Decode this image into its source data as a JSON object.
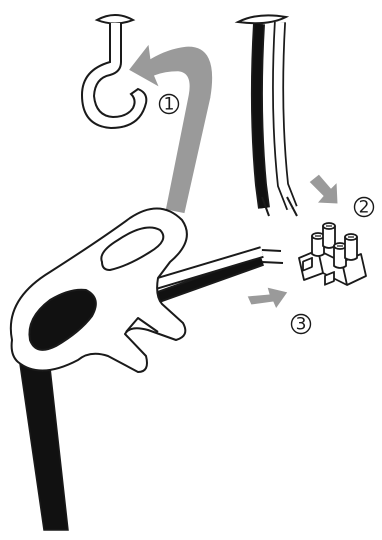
{
  "steps": [
    {
      "number": "1",
      "glyph": "①",
      "action": "hang-on-hook"
    },
    {
      "number": "2",
      "glyph": "②",
      "action": "ceiling-wires-into-terminal"
    },
    {
      "number": "3",
      "glyph": "③",
      "action": "lamp-wires-into-terminal"
    }
  ],
  "colors": {
    "outline": "#1a1a1a",
    "arrow_fill": "#9a9a9a",
    "cord_black": "#111111",
    "wire_white": "#ffffff",
    "background": "#ffffff"
  },
  "icons": [
    "ceiling-hook-icon",
    "ceiling-wires-icon",
    "terminal-block-icon",
    "cord-grip-icon",
    "lamp-cord-icon"
  ]
}
